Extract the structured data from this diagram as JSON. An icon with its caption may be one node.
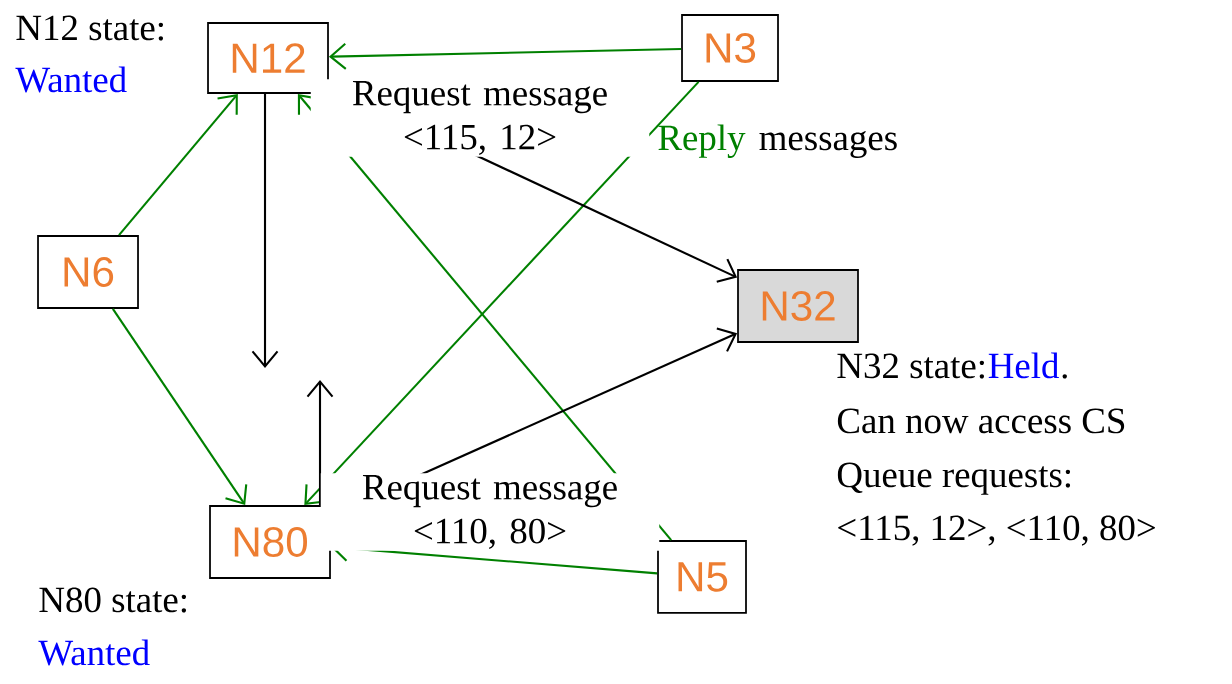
{
  "diagram": {
    "nodes": [
      {
        "text": [
          "N12"
        ],
        "beside": [
          "N12 state:",
          "Wanted"
        ]
      },
      {
        "text": [
          "N3"
        ]
      },
      {
        "text": [
          "N6"
        ]
      },
      {
        "text": [
          "N32"
        ],
        "beside": [
          "N32 state:",
          "Held",
          ".",
          "Can now access CS",
          "Queue requests:",
          "<115, 12>, <110, 80>"
        ]
      },
      {
        "text": [
          "N80"
        ],
        "beside": [
          "N80 state:",
          "Wanted"
        ]
      },
      {
        "text": [
          "N5"
        ]
      }
    ],
    "edges": [
      {
        "from": 1,
        "to": 0,
        "arrow": "to"
      },
      {
        "from": 1,
        "to": 4,
        "arrow": "to"
      },
      {
        "from": 2,
        "to": 0,
        "arrow": "to"
      },
      {
        "from": 2,
        "to": 4,
        "arrow": "to"
      },
      {
        "from": 5,
        "to": 0,
        "arrow": "to"
      },
      {
        "from": 5,
        "to": 4,
        "arrow": "to"
      },
      {
        "from": 0,
        "to": 3,
        "arrow": "to",
        "label": "Request message <115, 12>",
        "color": "#000000"
      },
      {
        "from": 4,
        "to": 3,
        "arrow": "to",
        "label": "Request message <110, 80>",
        "color": "#000000"
      },
      {
        "from": 0,
        "to": null,
        "arrow": "to",
        "color": "#000000"
      },
      {
        "from": 4,
        "to": null,
        "arrow": "to",
        "color": "#000000"
      }
    ],
    "labels": [
      "Reply",
      "messages"
    ]
  }
}
